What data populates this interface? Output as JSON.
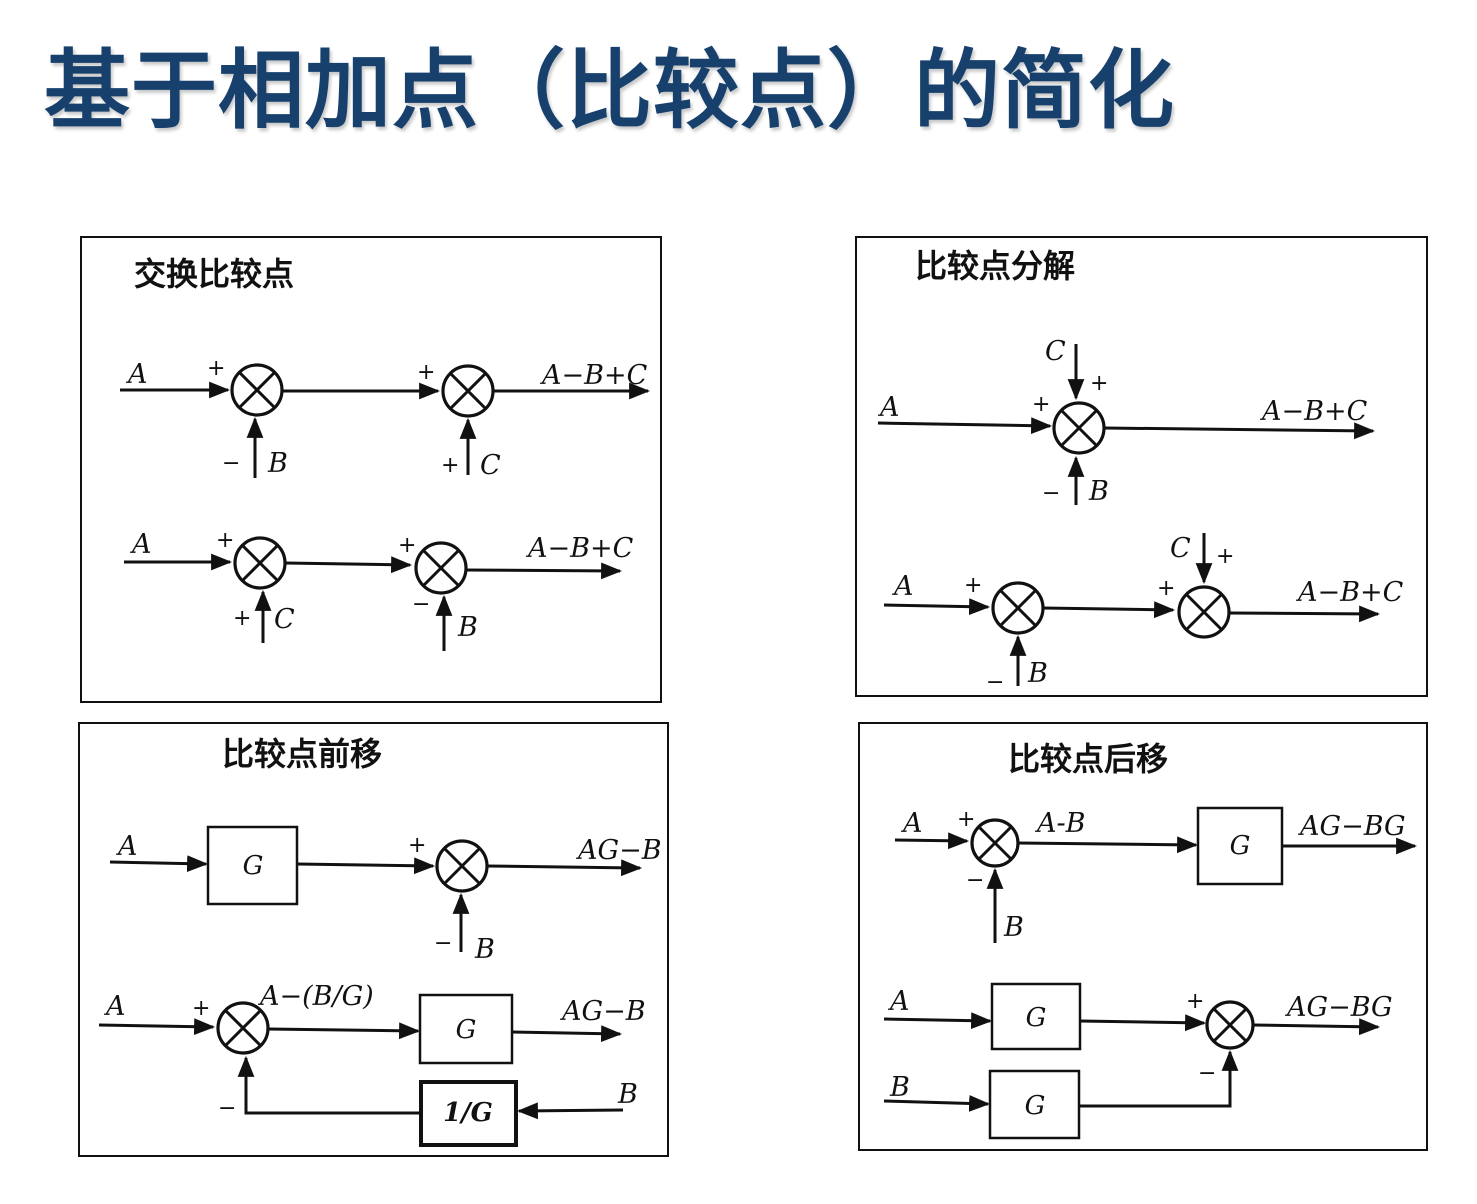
{
  "title": "基于相加点（比较点）的简化",
  "colors": {
    "title": "#17406d",
    "ink": "#111111"
  },
  "panels": {
    "swap": {
      "title": "交换比较点",
      "row1": {
        "in": "A",
        "out": "A−B+C",
        "s1_side": "B",
        "s2_side": "C",
        "s1_in_sign": "+",
        "s1_side_sign": "−",
        "s2_in_sign": "+",
        "s2_side_sign": "+"
      },
      "row2": {
        "in": "A",
        "out": "A−B+C",
        "s1_side": "C",
        "s2_side": "B",
        "s1_in_sign": "+",
        "s1_side_sign": "+",
        "s2_in_sign": "+",
        "s2_side_sign": "−"
      }
    },
    "split": {
      "title": "比较点分解",
      "row1": {
        "in": "A",
        "out": "A−B+C",
        "top": "C",
        "bottom": "B",
        "in_sign": "+",
        "top_sign": "+",
        "bottom_sign": "−"
      },
      "row2": {
        "in": "A",
        "out": "A−B+C",
        "s1_side": "B",
        "s2_top": "C",
        "s1_in_sign": "+",
        "s1_side_sign": "−",
        "s2_in_sign": "+",
        "s2_top_sign": "+"
      }
    },
    "forward": {
      "title": "比较点前移",
      "row1": {
        "in": "A",
        "block": "G",
        "out": "AG−B",
        "side": "B",
        "in_sign": "+",
        "side_sign": "−"
      },
      "row2": {
        "in": "A",
        "mid": "A−(B/G)",
        "block": "G",
        "out": "AG−B",
        "fb_block": "1/G",
        "fb_in": "B",
        "in_sign": "+",
        "fb_sign": "−"
      }
    },
    "backward": {
      "title": "比较点后移",
      "row1": {
        "in": "A",
        "mid": "A-B",
        "block": "G",
        "out": "AG−BG",
        "side": "B",
        "in_sign": "+",
        "side_sign": "−"
      },
      "row2": {
        "in_a": "A",
        "in_b": "B",
        "block_a": "G",
        "block_b": "G",
        "out": "AG−BG",
        "in_sign": "+",
        "side_sign": "−"
      }
    }
  }
}
